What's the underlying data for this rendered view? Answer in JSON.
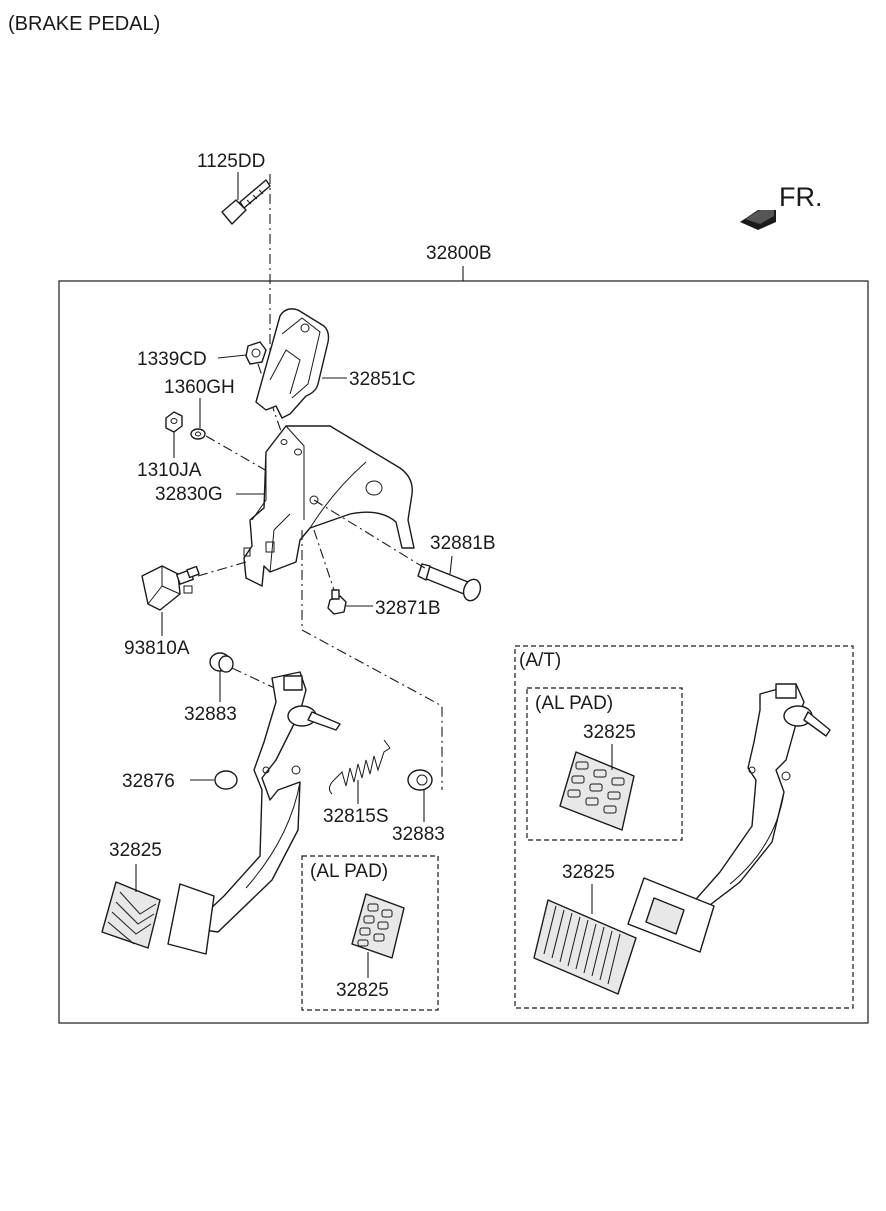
{
  "title": "(BRAKE PEDAL)",
  "direction": "FR.",
  "assembly": "32800B",
  "labels": {
    "p1125DD": "1125DD",
    "p1339CD": "1339CD",
    "p1360GH": "1360GH",
    "p1310JA": "1310JA",
    "p32830G": "32830G",
    "p32851C": "32851C",
    "p32881B": "32881B",
    "p32871B": "32871B",
    "p93810A": "93810A",
    "p32883a": "32883",
    "p32876": "32876",
    "p32815S": "32815S",
    "p32883b": "32883",
    "p32825a": "32825",
    "p32825b": "32825",
    "p32825c": "32825",
    "p32825d": "32825"
  },
  "groups": {
    "al_pad_1": "(AL PAD)",
    "at": "(A/T)",
    "al_pad_2": "(AL PAD)"
  },
  "colors": {
    "line": "#1a1a1a",
    "background": "#ffffff"
  }
}
